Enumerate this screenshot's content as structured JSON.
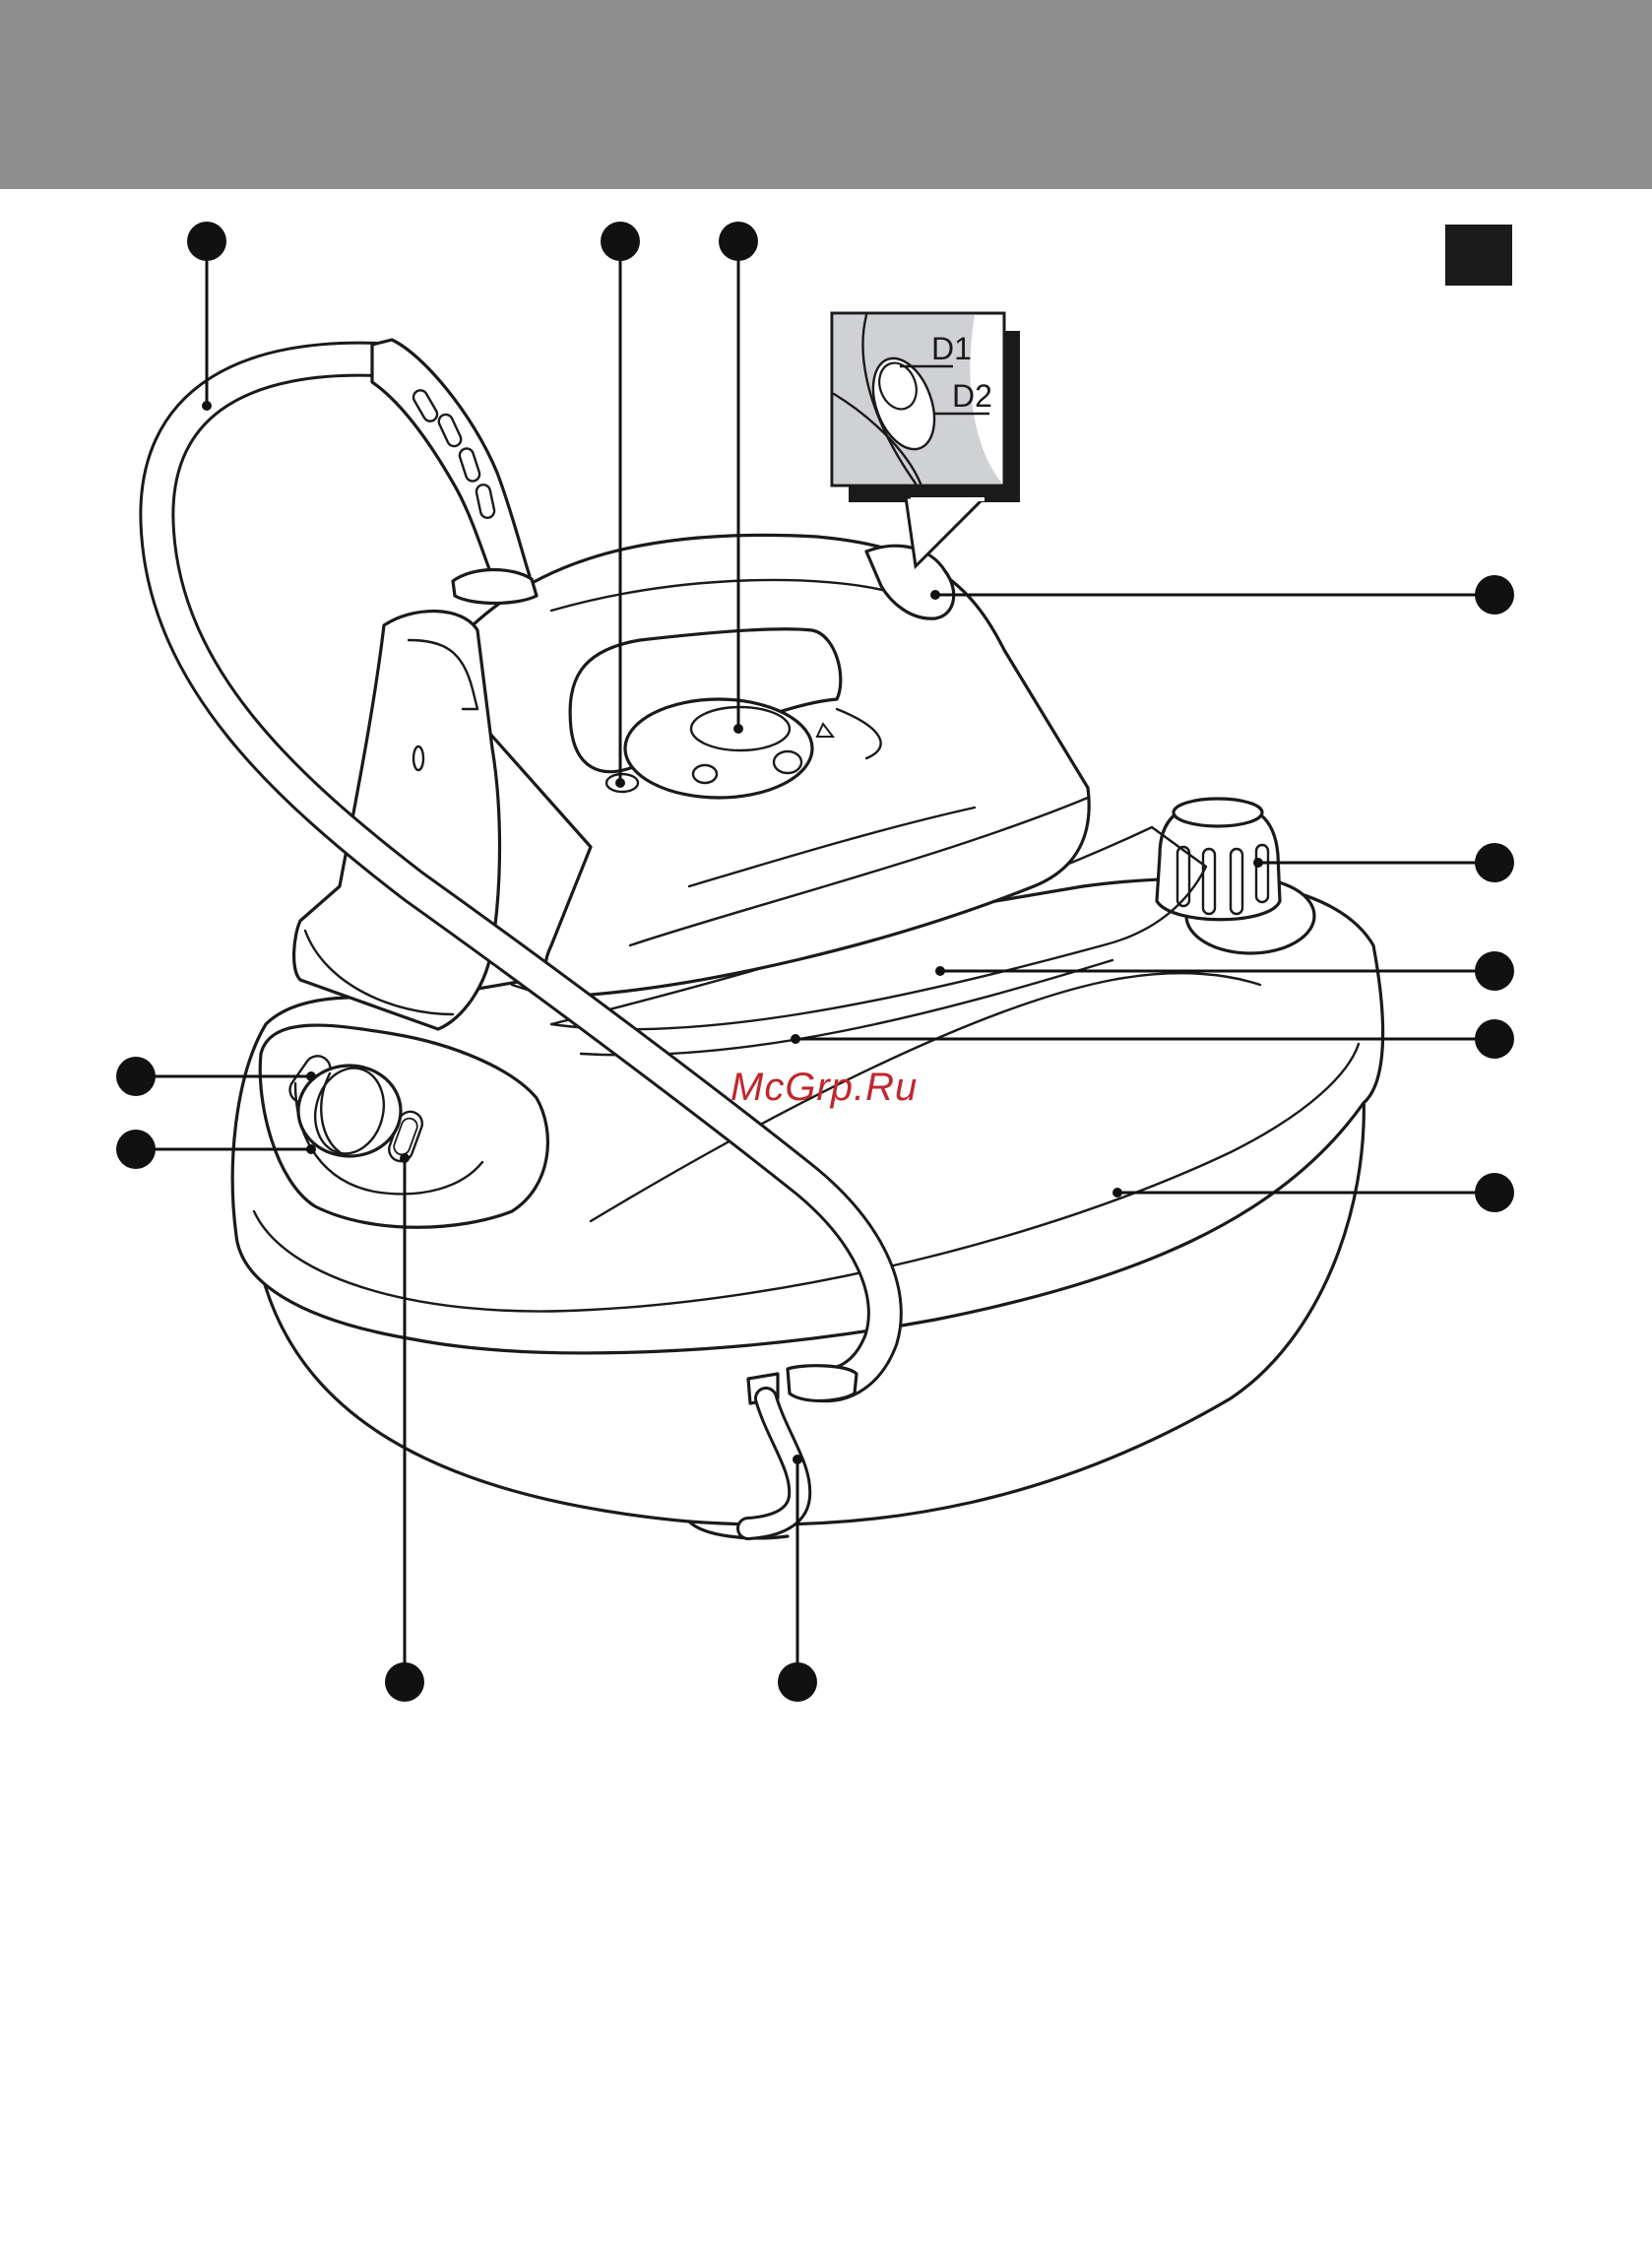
{
  "watermark": "McGrp.Ru",
  "inset": {
    "label_1": "D1",
    "label_2": "D2"
  },
  "colors": {
    "header_band": "#8f8e8f",
    "inset_fill": "#cfd1d4",
    "watermark": "#c0272d"
  }
}
